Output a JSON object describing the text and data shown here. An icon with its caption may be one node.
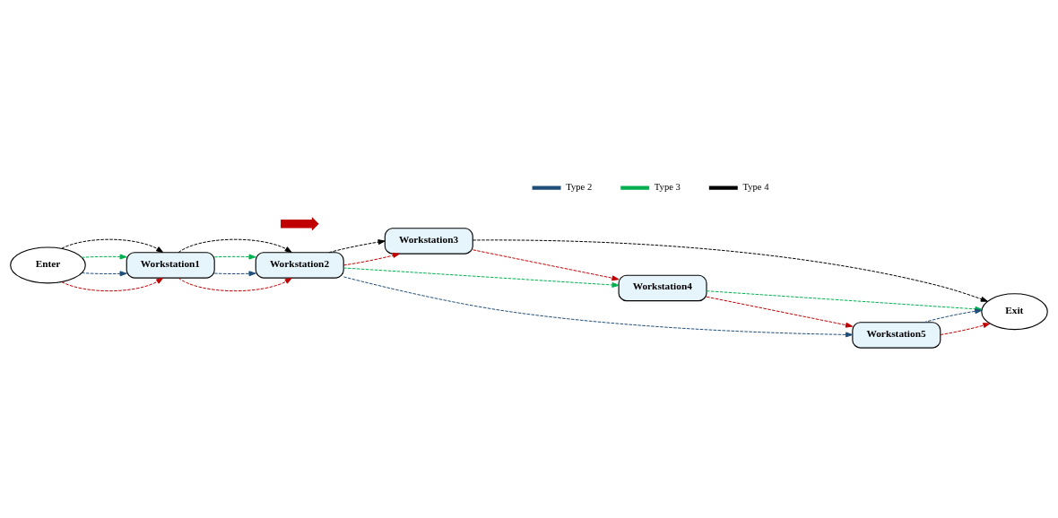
{
  "diagram": {
    "nodes": [
      {
        "text": [
          "Enter"
        ]
      },
      {
        "text": [
          "Workstation1"
        ]
      },
      {
        "text": [
          "Workstation2"
        ]
      },
      {
        "text": [
          "Workstation3"
        ]
      },
      {
        "text": [
          "Workstation4"
        ]
      },
      {
        "text": [
          "Workstation5"
        ]
      },
      {
        "text": [
          "Exit"
        ]
      },
      {
        "text": [],
        "shape": "arrow"
      }
    ],
    "edges": [
      {
        "from": 0,
        "to": 1,
        "arrow": "to",
        "style": "dashed",
        "color": "#c00000"
      },
      {
        "from": 0,
        "to": 1,
        "arrow": "to",
        "style": "dashed",
        "color": "#1f4e79"
      },
      {
        "from": 0,
        "to": 1,
        "arrow": "to",
        "style": "dashed",
        "color": "#00b050"
      },
      {
        "from": 0,
        "to": 1,
        "arrow": "to",
        "style": "dashed",
        "color": "#000000"
      },
      {
        "from": 1,
        "to": 2,
        "arrow": "to",
        "style": "dashed",
        "color": "#c00000"
      },
      {
        "from": 1,
        "to": 2,
        "arrow": "to",
        "style": "dashed",
        "color": "#1f4e79"
      },
      {
        "from": 1,
        "to": 2,
        "arrow": "to",
        "style": "dashed",
        "color": "#00b050"
      },
      {
        "from": 1,
        "to": 2,
        "arrow": "to",
        "style": "dashed",
        "color": "#000000"
      },
      {
        "from": 2,
        "to": 3,
        "arrow": "to",
        "style": "dashed",
        "color": "#c00000"
      },
      {
        "from": 2,
        "to": 3,
        "arrow": "to",
        "style": "dashed",
        "color": "#000000"
      },
      {
        "from": 2,
        "to": 4,
        "arrow": "to",
        "style": "dashed",
        "color": "#00b050"
      },
      {
        "from": 2,
        "to": 5,
        "arrow": "to",
        "style": "dashed",
        "color": "#1f4e79"
      },
      {
        "from": 3,
        "to": 4,
        "arrow": "to",
        "style": "dashed",
        "color": "#c00000"
      },
      {
        "from": 3,
        "to": 6,
        "arrow": "to",
        "style": "dashed",
        "color": "#000000"
      },
      {
        "from": 4,
        "to": 5,
        "arrow": "to",
        "style": "dashed",
        "color": "#c00000"
      },
      {
        "from": 4,
        "to": 6,
        "arrow": "to",
        "style": "dashed",
        "color": "#00b050"
      },
      {
        "from": 5,
        "to": 6,
        "arrow": "to",
        "style": "dashed",
        "color": "#c00000"
      },
      {
        "from": 5,
        "to": 6,
        "arrow": "to",
        "style": "dashed",
        "color": "#1f4e79"
      }
    ],
    "legend": [
      {
        "text": "Type 2",
        "color": "#1f4e79"
      },
      {
        "text": "Type 3",
        "color": "#00b050"
      },
      {
        "text": "Type 4",
        "color": "#000000"
      }
    ]
  }
}
